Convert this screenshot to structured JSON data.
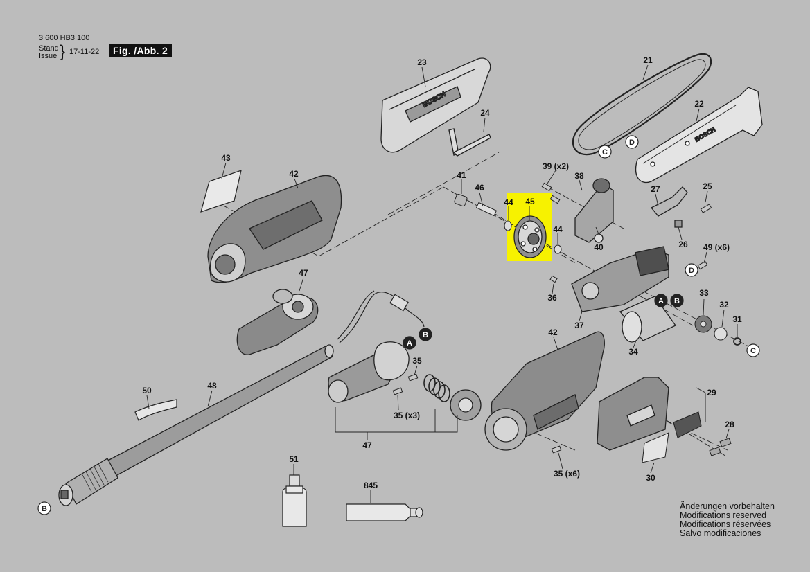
{
  "header": {
    "doc_number": "3 600 HB3 100",
    "stand_label": "Stand",
    "issue_label": "Issue",
    "date": "17-11-22",
    "figure_label": "Fig. /Abb. 2"
  },
  "parts": [
    {
      "id": "p21",
      "text": "21"
    },
    {
      "id": "p22",
      "text": "22"
    },
    {
      "id": "p23",
      "text": "23"
    },
    {
      "id": "p24",
      "text": "24"
    },
    {
      "id": "p25",
      "text": "25"
    },
    {
      "id": "p26",
      "text": "26"
    },
    {
      "id": "p27",
      "text": "27"
    },
    {
      "id": "p28",
      "text": "28"
    },
    {
      "id": "p29",
      "text": "29"
    },
    {
      "id": "p30",
      "text": "30"
    },
    {
      "id": "p31",
      "text": "31"
    },
    {
      "id": "p32",
      "text": "32"
    },
    {
      "id": "p33",
      "text": "33"
    },
    {
      "id": "p34",
      "text": "34"
    },
    {
      "id": "p35a",
      "text": "35"
    },
    {
      "id": "p35b",
      "text": "35 (x3)"
    },
    {
      "id": "p35c",
      "text": "35 (x6)"
    },
    {
      "id": "p36",
      "text": "36"
    },
    {
      "id": "p37",
      "text": "37"
    },
    {
      "id": "p38",
      "text": "38"
    },
    {
      "id": "p39",
      "text": "39 (x2)"
    },
    {
      "id": "p40",
      "text": "40"
    },
    {
      "id": "p41",
      "text": "41"
    },
    {
      "id": "p42a",
      "text": "42"
    },
    {
      "id": "p42b",
      "text": "42"
    },
    {
      "id": "p43",
      "text": "43"
    },
    {
      "id": "p44a",
      "text": "44"
    },
    {
      "id": "p44b",
      "text": "44"
    },
    {
      "id": "p45",
      "text": "45"
    },
    {
      "id": "p46",
      "text": "46"
    },
    {
      "id": "p47a",
      "text": "47"
    },
    {
      "id": "p47b",
      "text": "47"
    },
    {
      "id": "p48",
      "text": "48"
    },
    {
      "id": "p49",
      "text": "49 (x6)"
    },
    {
      "id": "p50",
      "text": "50"
    },
    {
      "id": "p51",
      "text": "51"
    },
    {
      "id": "p845",
      "text": "845"
    }
  ],
  "connectors": [
    {
      "id": "cA1",
      "text": "A"
    },
    {
      "id": "cB1",
      "text": "B"
    },
    {
      "id": "cA2",
      "text": "A"
    },
    {
      "id": "cB2",
      "text": "B"
    },
    {
      "id": "cB3",
      "text": "B"
    },
    {
      "id": "cC1",
      "text": "C"
    },
    {
      "id": "cC2",
      "text": "C"
    },
    {
      "id": "cD1",
      "text": "D"
    },
    {
      "id": "cD2",
      "text": "D"
    }
  ],
  "brand_text": "BOSCH",
  "highlight_color": "#f7f200",
  "footer": {
    "lines": [
      "Änderungen vorbehalten",
      "Modifications reserved",
      "Modifications réservées",
      "Salvo modificaciones"
    ]
  }
}
